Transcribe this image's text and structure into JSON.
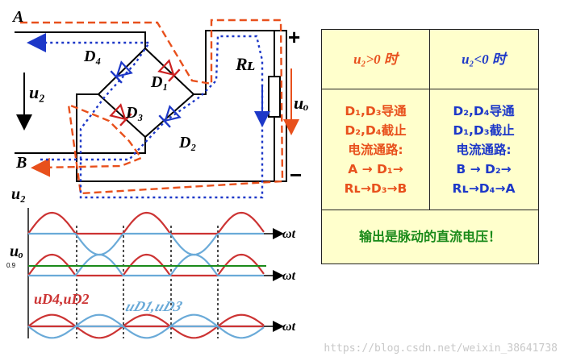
{
  "circuit": {
    "label_a": "A",
    "label_b": "B",
    "label_u2": "u₂",
    "label_d1": "D₁",
    "label_d2": "D₂",
    "label_d3": "D₃",
    "label_d4": "D₄",
    "label_rl": "Rʟ",
    "label_uo": "uₒ",
    "label_plus": "+",
    "label_minus": "−"
  },
  "waveforms": {
    "label_u2": "u₂",
    "label_uo": "uₒ",
    "label_ud": "uD4,uD2",
    "label_ud_extra": "uD1,uD3",
    "label_wt": "ωt",
    "label_small": "0.9"
  },
  "table": {
    "col_pos_header": "u₂>0 时",
    "col_neg_header": "u₂<0 时",
    "pos_lines": [
      "D₁,D₃导通",
      "D₂,D₄截止",
      "电流通路:",
      "A → D₁→",
      "Rʟ→D₃→B"
    ],
    "neg_lines": [
      "D₂,D₄导通",
      "D₁,D₃截止",
      "电流通路:",
      "B → D₂→",
      "Rʟ→D₄→A"
    ],
    "conclusion": "输出是脉动的直流电压！"
  },
  "colors": {
    "red": "#e8501c",
    "blue": "#1d38c8",
    "green": "#1a8a1a",
    "wave_red": "#cc3333",
    "wave_blue": "#6aaad8"
  },
  "watermark": "https://blog.csdn.net/weixin_38641738"
}
